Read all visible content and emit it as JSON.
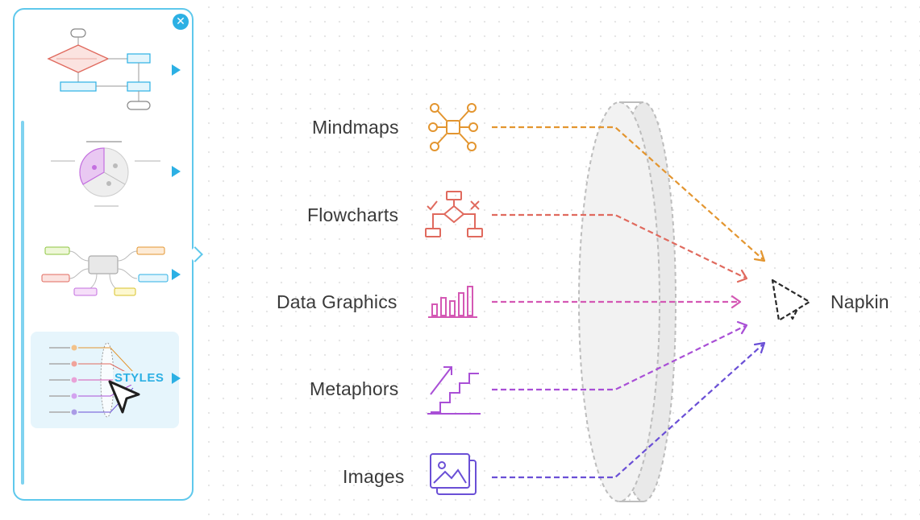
{
  "sidebar": {
    "close_icon": "close-icon",
    "thumbnails": [
      "flowchart-thumbnail",
      "pie-chart-thumbnail",
      "mindmap-thumbnail",
      "styles-thumbnail"
    ],
    "styles_label": "STYLES",
    "accent_color": "#2cb0e4"
  },
  "diagram": {
    "inputs": [
      {
        "label": "Mindmaps",
        "icon": "mindmap-icon",
        "color": "#e3952f"
      },
      {
        "label": "Flowcharts",
        "icon": "flowchart-icon",
        "color": "#e06a5e"
      },
      {
        "label": "Data Graphics",
        "icon": "bar-chart-icon",
        "color": "#d458b4"
      },
      {
        "label": "Metaphors",
        "icon": "stairs-icon",
        "color": "#a94fd6"
      },
      {
        "label": "Images",
        "icon": "image-icon",
        "color": "#6a4fd6"
      }
    ],
    "lens": "lens-shape",
    "output": {
      "label": "Napkin",
      "icon": "napkin-logo-icon"
    }
  }
}
